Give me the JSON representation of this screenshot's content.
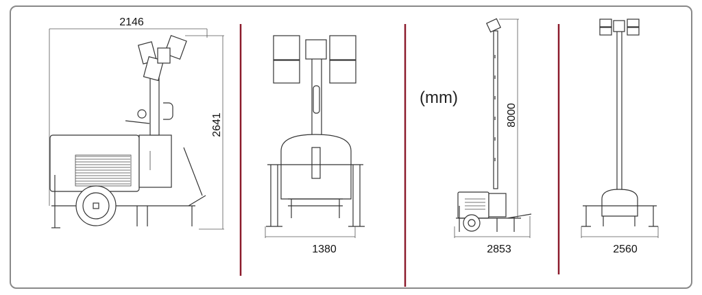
{
  "unit_label": "(mm)",
  "views": [
    {
      "name": "side-view",
      "dimensions": {
        "width": "2146",
        "height": "2641"
      }
    },
    {
      "name": "front-view",
      "dimensions": {
        "width": "1380"
      }
    },
    {
      "name": "extended-side-view",
      "dimensions": {
        "width": "2853",
        "height": "8000"
      }
    },
    {
      "name": "extended-front-view",
      "dimensions": {
        "width": "2560"
      }
    }
  ],
  "colors": {
    "divider": "#8b1a2b",
    "frame": "#888888",
    "drawing": "#333333"
  }
}
